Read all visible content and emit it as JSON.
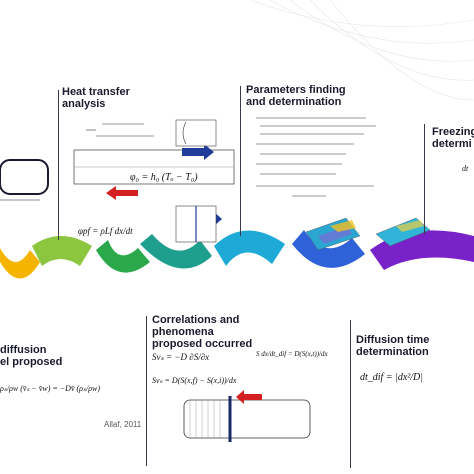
{
  "sections": {
    "diffusion": {
      "title_line1": "diffusion",
      "title_line2": "el proposed"
    },
    "heat": {
      "title_line1": "Heat transfer",
      "title_line2": "analysis"
    },
    "correlations": {
      "title_line1": "Correlations and",
      "title_line2": "phenomena",
      "title_line3": "proposed occurred"
    },
    "params": {
      "title_line1": "Parameters finding",
      "title_line2": "and determination"
    },
    "diffusion_time": {
      "title_line1": "Diffusion time",
      "title_line2": "determination"
    },
    "freezing": {
      "title_line1": "Freezing",
      "title_line2": "determi"
    }
  },
  "equations": {
    "phi_o": "φ₀ = h₀ (Tₒ − T₀)",
    "phi_pf": "φpf = ρLf dx/dt",
    "sv_s": "Svₛ = −D ∂S/∂x",
    "sv_s2": "Svₛ = D(S(x,f) − S(x,i))/dx",
    "s_dx": "S dx/dt_dif = D(S(x,t))/dx",
    "dt_dif": "dt_dif = |dx²/D|",
    "rho_left": "ρₛ/ρw (v̄ₛ − v̄w) = −Dv̄ (ρₛ/ρw)",
    "dt_small": "dt"
  },
  "reference": "Allaf, 2011",
  "colors": {
    "arc1": "#f5b400",
    "arc2": "#8cc63f",
    "arc3": "#2aa84a",
    "arc4": "#1e9e8c",
    "arc5": "#1fa9d6",
    "arc6": "#2f62d8",
    "arc7": "#7a22c9"
  }
}
